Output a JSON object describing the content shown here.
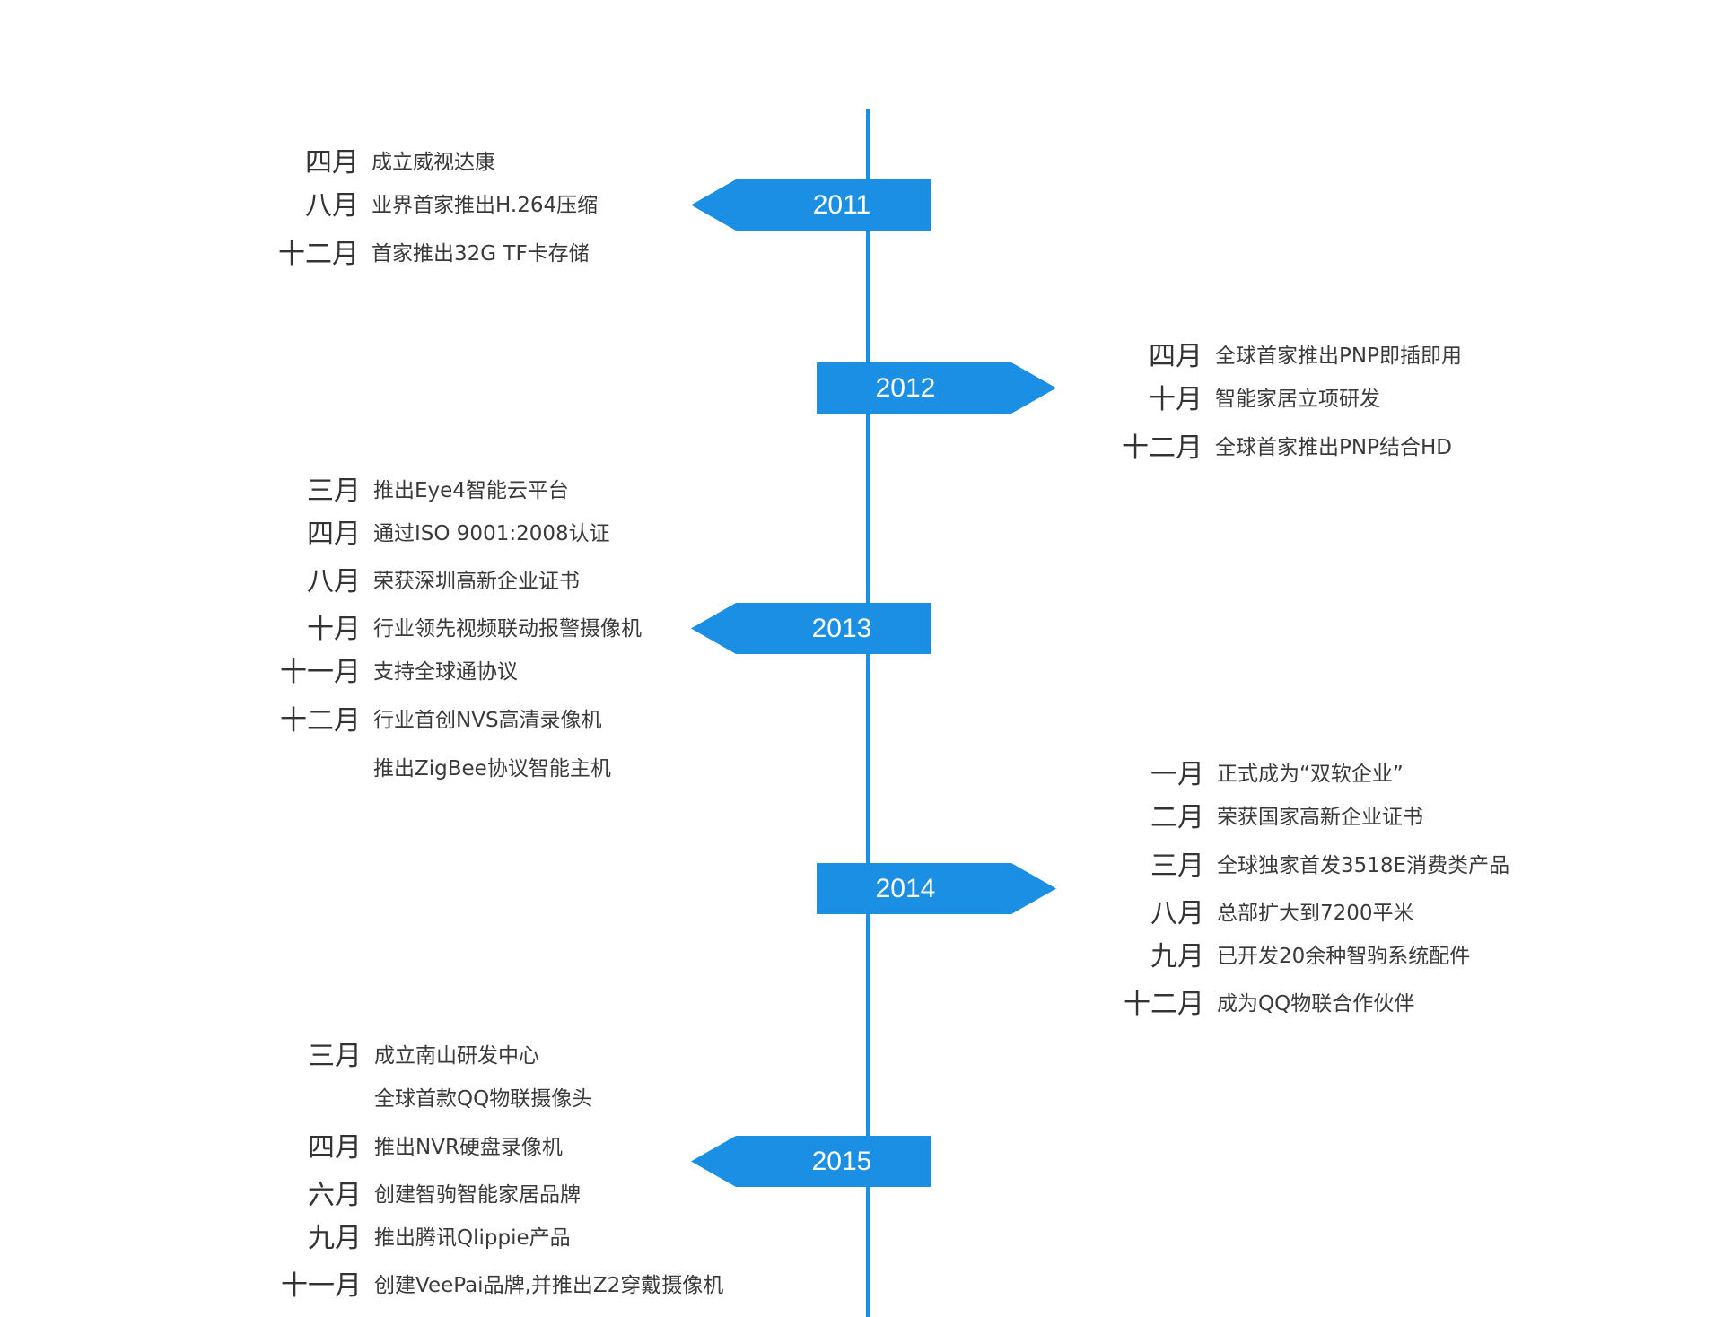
{
  "accent_color": "#1a8fe3",
  "years": [
    {
      "year": "2011",
      "side": "left",
      "events": [
        {
          "month": "四月",
          "text": "成立威视达康"
        },
        {
          "month": "八月",
          "text": "业界首家推出H.264压缩"
        },
        {
          "month": "十二月",
          "text": "首家推出32G TF卡存储"
        }
      ]
    },
    {
      "year": "2012",
      "side": "right",
      "events": [
        {
          "month": "四月",
          "text": "全球首家推出PNP即插即用"
        },
        {
          "month": "十月",
          "text": "智能家居立项研发"
        },
        {
          "month": "十二月",
          "text": "全球首家推出PNP结合HD"
        }
      ]
    },
    {
      "year": "2013",
      "side": "left",
      "events": [
        {
          "month": "三月",
          "text": "推出Eye4智能云平台"
        },
        {
          "month": "四月",
          "text": "通过ISO 9001:2008认证"
        },
        {
          "month": "八月",
          "text": "荣获深圳高新企业证书"
        },
        {
          "month": "十月",
          "text": "行业领先视频联动报警摄像机"
        },
        {
          "month": "十一月",
          "text": "支持全球通协议"
        },
        {
          "month": "十二月",
          "text": "行业首创NVS高清录像机"
        },
        {
          "month": "",
          "text": "推出ZigBee协议智能主机"
        }
      ]
    },
    {
      "year": "2014",
      "side": "right",
      "events": [
        {
          "month": "一月",
          "text": "正式成为“双软企业”"
        },
        {
          "month": "二月",
          "text": "荣获国家高新企业证书"
        },
        {
          "month": "三月",
          "text": "全球独家首发3518E消费类产品"
        },
        {
          "month": "八月",
          "text": "总部扩大到7200平米"
        },
        {
          "month": "九月",
          "text": "已开发20余种智驹系统配件"
        },
        {
          "month": "十二月",
          "text": "成为QQ物联合作伙伴"
        }
      ]
    },
    {
      "year": "2015",
      "side": "left",
      "events": [
        {
          "month": "三月",
          "text": "成立南山研发中心"
        },
        {
          "month": "",
          "text": "全球首款QQ物联摄像头"
        },
        {
          "month": "四月",
          "text": "推出NVR硬盘录像机"
        },
        {
          "month": "六月",
          "text": "创建智驹智能家居品牌"
        },
        {
          "month": "九月",
          "text": "推出腾讯Qlippie产品"
        },
        {
          "month": "十一月",
          "text": "创建VeePai品牌,并推出Z2穿戴摄像机"
        }
      ]
    }
  ]
}
